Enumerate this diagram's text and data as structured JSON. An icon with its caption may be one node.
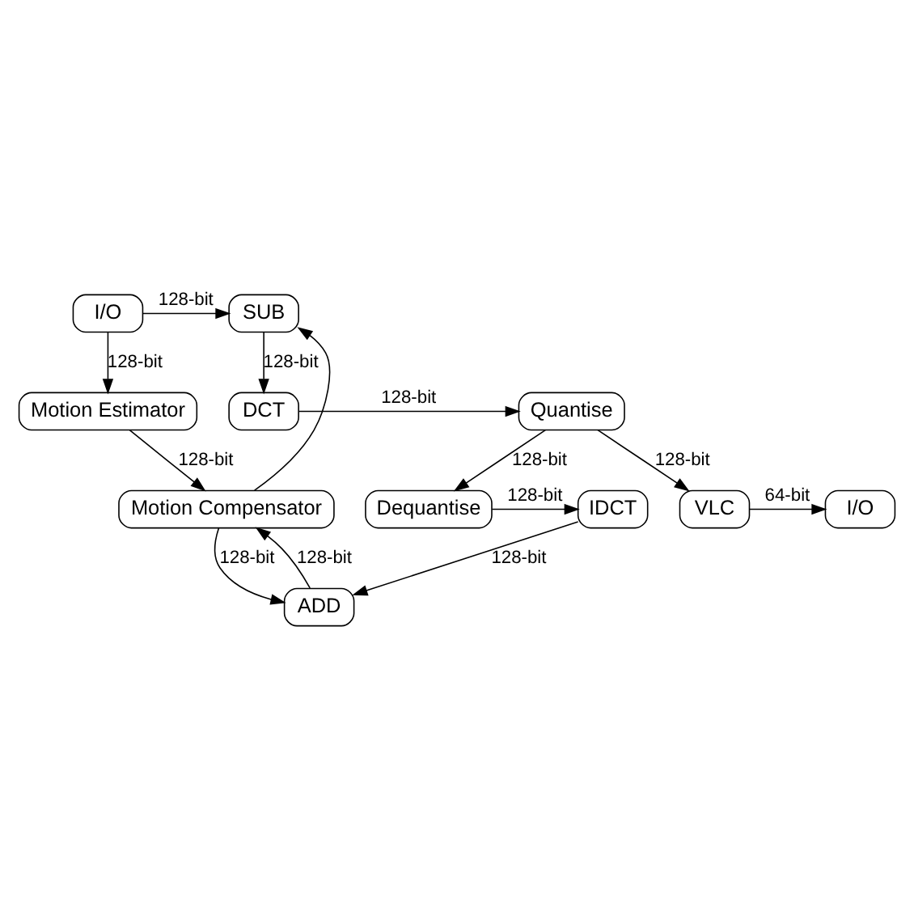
{
  "diagram": {
    "nodes": [
      {
        "text": [
          "I/O"
        ]
      },
      {
        "text": [
          "SUB"
        ]
      },
      {
        "text": [
          "Motion Estimator"
        ]
      },
      {
        "text": [
          "Quantise"
        ]
      },
      {
        "text": [
          "DCT"
        ]
      },
      {
        "text": [
          "IDCT"
        ]
      },
      {
        "text": [
          "Dequantise"
        ]
      },
      {
        "text": [
          "ADD"
        ]
      },
      {
        "text": [
          "Motion Compensator"
        ]
      },
      {
        "text": [
          "VLC"
        ]
      },
      {
        "text": [
          "I/O"
        ]
      }
    ],
    "edges": [
      {
        "from": 0,
        "to": 1,
        "arrow": "to",
        "label": "128-bit"
      },
      {
        "from": 0,
        "to": 2,
        "arrow": "to",
        "label": "128-bit"
      },
      {
        "from": 1,
        "to": 4,
        "arrow": "to",
        "label": "128-bit"
      },
      {
        "from": 4,
        "to": 3,
        "arrow": "to",
        "label": "128-bit"
      },
      {
        "from": 3,
        "to": 6,
        "arrow": "to",
        "label": "128-bit"
      },
      {
        "from": 6,
        "to": 5,
        "arrow": "to",
        "label": "128-bit"
      },
      {
        "from": 5,
        "to": 7,
        "arrow": "to",
        "label": "128-bit"
      },
      {
        "from": 7,
        "to": 8,
        "arrow": "to",
        "label": "128-bit"
      },
      {
        "from": 8,
        "to": 1,
        "arrow": "to"
      },
      {
        "from": 8,
        "to": 7,
        "arrow": "to",
        "label": "128-bit"
      },
      {
        "from": 2,
        "to": 8,
        "arrow": "to",
        "label": "128-bit"
      },
      {
        "from": 3,
        "to": 9,
        "arrow": "to",
        "label": "128-bit"
      },
      {
        "from": 9,
        "to": 10,
        "arrow": "to",
        "label": "64-bit"
      }
    ]
  }
}
